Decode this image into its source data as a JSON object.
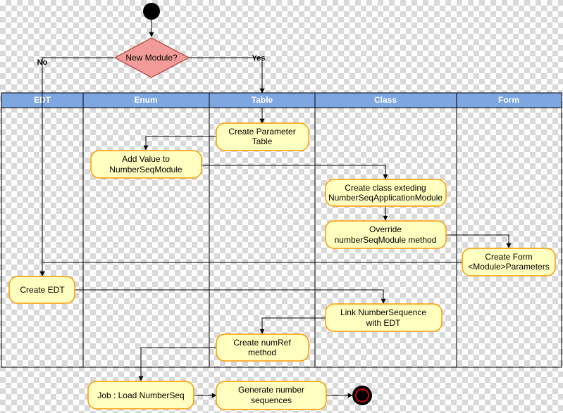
{
  "decision": {
    "label": "New Module?",
    "no": "No",
    "yes": "Yes"
  },
  "lanes": [
    "EDT",
    "Enum",
    "Table",
    "Class",
    "Form"
  ],
  "activities": {
    "create_parameter_table": [
      "Create Parameter",
      "Table"
    ],
    "add_value": [
      "Add Value to",
      "NumberSeqModule"
    ],
    "create_class": [
      "Create class exteding",
      "NumberSeqApplicationModule"
    ],
    "override_method": [
      "Override",
      "numberSeqModule method"
    ],
    "create_form": [
      "Create Form",
      "<Module>Parameters"
    ],
    "create_edt": [
      "Create EDT"
    ],
    "link_numbersequence": [
      "Link NumberSequence",
      "with EDT"
    ],
    "create_numref": [
      "Create numRef",
      "method"
    ],
    "job_load": [
      "Job : Load NumberSeq"
    ],
    "generate_sequences": [
      "Generate number",
      "sequences"
    ]
  },
  "colors": {
    "lane_header": "#7ea6e0",
    "activity_fill": "#ffffc0",
    "activity_stroke": "#ff9900",
    "decision_fill": "#f19c99",
    "start_end": "#000000",
    "end_inner": "#cc0000"
  }
}
